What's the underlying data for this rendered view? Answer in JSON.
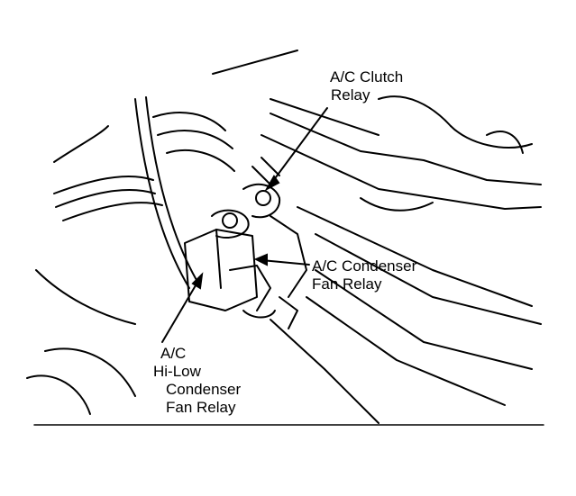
{
  "labels": {
    "clutch_relay": [
      "A/C Clutch",
      "Relay"
    ],
    "condenser_fan_relay": [
      "A/C Condenser",
      "Fan Relay"
    ],
    "hilow_condenser_fan_relay": [
      "A/C",
      "Hi-Low",
      "Condenser",
      "Fan Relay"
    ]
  },
  "colors": {
    "line": "#000000",
    "background": "#ffffff"
  }
}
